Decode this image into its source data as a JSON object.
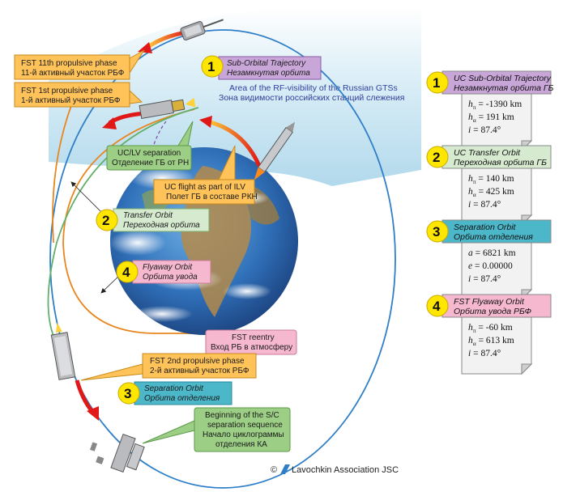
{
  "visibility_zone": {
    "en": "Area of the RF-visibility of the Russian GTSs",
    "ru": "Зона видимости российских станций слежения"
  },
  "callouts": {
    "suborbital": {
      "number": "1",
      "en": "Sub-Orbital Trajectory",
      "ru": "Незамкнутая орбита"
    },
    "transfer": {
      "number": "2",
      "en": "Transfer Orbit",
      "ru": "Переходная орбита"
    },
    "separation": {
      "number": "3",
      "en": "Separation Orbit",
      "ru": "Орбита отделения"
    },
    "flyaway": {
      "number": "4",
      "en": "Flyaway Orbit",
      "ru": "Орбита увода"
    }
  },
  "events": {
    "fst_11th": {
      "en": "FST 11th propulsive phase",
      "ru": "11-й активный участок РБФ"
    },
    "fst_1st": {
      "en": "FST 1st propulsive phase",
      "ru": "1-й активный участок РБФ"
    },
    "uc_lv_separation": {
      "en": "UC/LV separation",
      "ru": "Отделение ГБ от РН"
    },
    "uc_flight": {
      "en": "UC flight as part of ILV",
      "ru": "Полет ГБ в составе РКН"
    },
    "fst_reentry": {
      "en": "FST reentry",
      "ru": "Вход РБ в атмосферу"
    },
    "fst_2nd": {
      "en": "FST 2nd propulsive phase",
      "ru": "2-й активный участок РБФ"
    },
    "sc_separation": {
      "en1": "Beginning of the S/C",
      "en2": "separation sequence",
      "ru1": "Начало циклограммы",
      "ru2": "отделения КА"
    }
  },
  "orbit_cards": [
    {
      "number": "1",
      "title_en": "UC Sub-Orbital Trajectory",
      "title_ru": "Незамкнутая орбита ГБ",
      "color": "#c9a6d8",
      "params": [
        {
          "sym": "h",
          "sub": "π",
          "val": " = -1390 km"
        },
        {
          "sym": "h",
          "sub": "α",
          "val": " = 191 km"
        },
        {
          "sym": "i",
          "sub": "",
          "val": " = 87.4°"
        }
      ]
    },
    {
      "number": "2",
      "title_en": "UC Transfer Orbit",
      "title_ru": "Переходная орбита ГБ",
      "color": "#d6ead0",
      "params": [
        {
          "sym": "h",
          "sub": "π",
          "val": " = 140 km"
        },
        {
          "sym": "h",
          "sub": "α",
          "val": " = 425 km"
        },
        {
          "sym": "i",
          "sub": "",
          "val": " = 87.4°"
        }
      ]
    },
    {
      "number": "3",
      "title_en": "Separation Orbit",
      "title_ru": "Орбита отделения",
      "color": "#4bb7c9",
      "params": [
        {
          "sym": "a",
          "sub": "",
          "val": " = 6821 km"
        },
        {
          "sym": "e",
          "sub": "",
          "val": " = 0.00000"
        },
        {
          "sym": "i",
          "sub": "",
          "val": " = 87.4°"
        }
      ]
    },
    {
      "number": "4",
      "title_en": "FST Flyaway Orbit",
      "title_ru": "Орбита увода РБФ",
      "color": "#f5b8cf",
      "params": [
        {
          "sym": "h",
          "sub": "π",
          "val": " = -60 km"
        },
        {
          "sym": "h",
          "sub": "α",
          "val": " = 613 km"
        },
        {
          "sym": "i",
          "sub": "",
          "val": " = 87.4°"
        }
      ]
    }
  ],
  "copyright": "Lavochkin Association JSC",
  "copyright_symbol": "©",
  "colors": {
    "yellow_badge": "#ffe600",
    "orange_callout": "#ffc35a",
    "green_callout": "#9ccf85",
    "transfer_orbit": "#63b06a",
    "flyaway_orbit": "#e8861f",
    "separation_orbit": "#2f7fc8",
    "burn_arrow": "#e01818"
  }
}
